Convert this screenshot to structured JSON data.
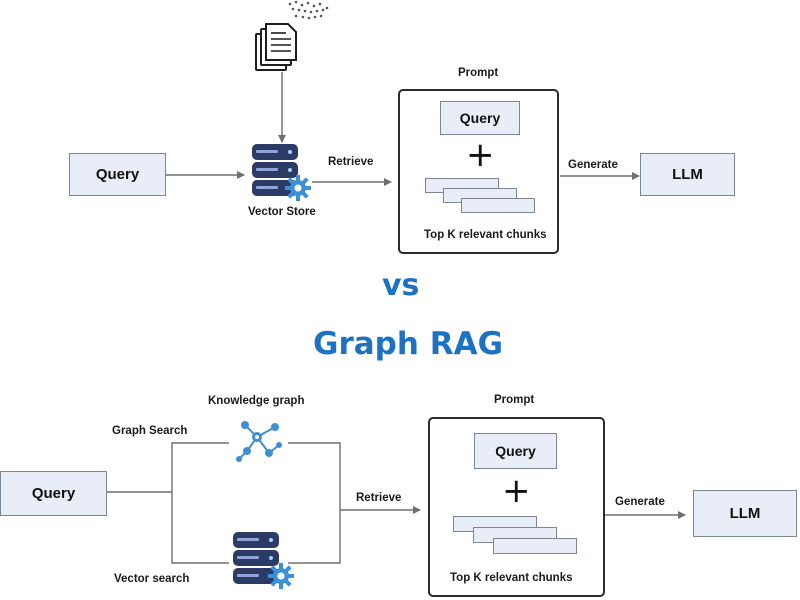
{
  "top": {
    "query_label": "Query",
    "vector_store_label": "Vector Store",
    "retrieve_label": "Retrieve",
    "prompt_label": "Prompt",
    "prompt_query_label": "Query",
    "plus": "+",
    "chunks_label": "Top K relevant chunks",
    "generate_label": "Generate",
    "llm_label": "LLM"
  },
  "vs_label": "vs",
  "graph_rag_title": "Graph RAG",
  "bottom": {
    "query_label": "Query",
    "graph_search_label": "Graph Search",
    "knowledge_graph_label": "Knowledge graph",
    "vector_search_label": "Vector search",
    "retrieve_label": "Retrieve",
    "prompt_label": "Prompt",
    "prompt_query_label": "Query",
    "plus": "+",
    "chunks_label": "Top K relevant chunks",
    "generate_label": "Generate",
    "llm_label": "LLM"
  },
  "colors": {
    "box_fill": "#e9edf7",
    "box_border": "#7b8594",
    "title_blue": "#1d72c3",
    "db_navy": "#2c3a66",
    "gear_blue": "#3d8fd6",
    "wire_gray": "#6f6f6f"
  }
}
